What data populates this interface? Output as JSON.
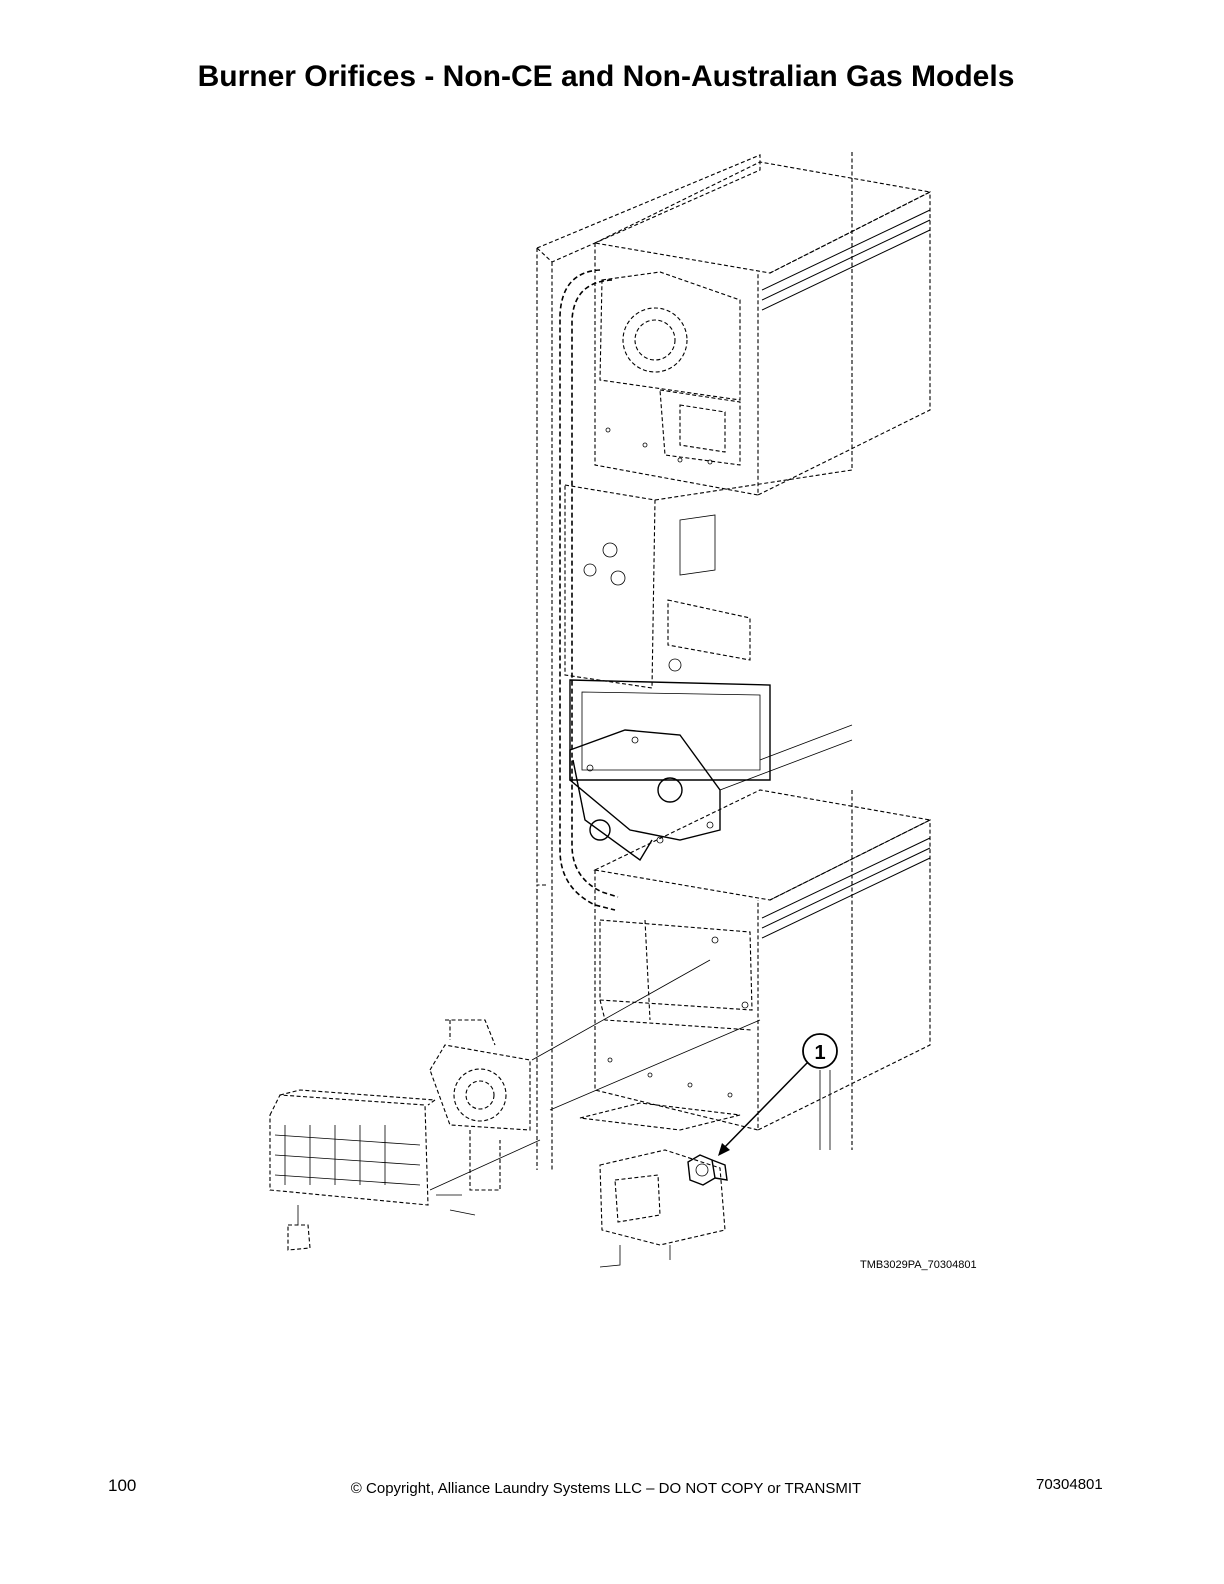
{
  "page": {
    "title": "Burner Orifices - Non-CE and Non-Australian Gas Models",
    "figure_id": "TMB3029PA_70304801",
    "page_number": "100",
    "copyright": "© Copyright, Alliance Laundry Systems LLC – DO NOT COPY or TRANSMIT",
    "document_number": "70304801"
  },
  "callouts": [
    {
      "label": "1"
    }
  ]
}
